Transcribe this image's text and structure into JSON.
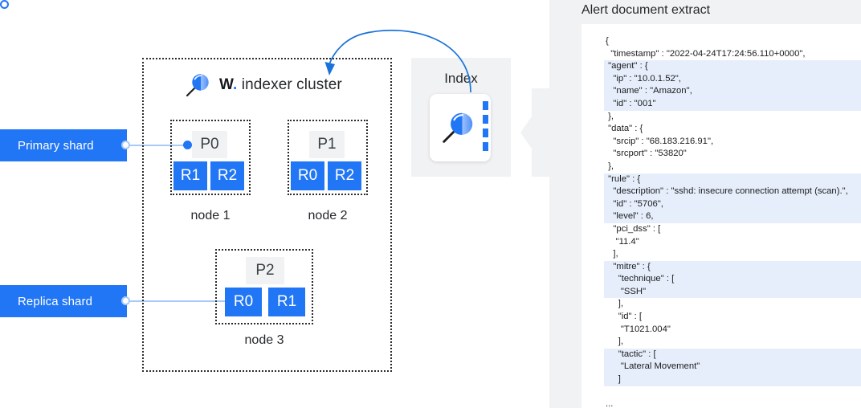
{
  "diagram": {
    "cluster_title_mark": "W.",
    "cluster_title_rest": " indexer cluster",
    "labels": {
      "primary_shard": "Primary shard",
      "replica_shard": "Replica shard"
    },
    "index": {
      "label": "Index"
    },
    "nodes": [
      {
        "caption": "node 1",
        "primary": "P0",
        "replicas": [
          "R1",
          "R2"
        ]
      },
      {
        "caption": "node 2",
        "primary": "P1",
        "replicas": [
          "R0",
          "R2"
        ]
      },
      {
        "caption": "node 3",
        "primary": "P2",
        "replicas": [
          "R0",
          "R1"
        ]
      }
    ],
    "colors": {
      "brand_blue": "#2176f5",
      "connector_blue": "#a9c9f8",
      "primary_shard_bg": "#f1f2f3",
      "panel_gray": "#f1f2f3"
    }
  },
  "document_panel": {
    "title": "Alert document extract",
    "highlight_color": "#e6eefb",
    "lines": [
      {
        "text": "{",
        "highlight": false
      },
      {
        "text": "  \"timestamp\" : \"2022-04-24T17:24:56.110+0000\",",
        "highlight": false
      },
      {
        "text": " \"agent\" : {",
        "highlight": true
      },
      {
        "text": "   \"ip\" : \"10.0.1.52\",",
        "highlight": true
      },
      {
        "text": "   \"name\" : \"Amazon\",",
        "highlight": true
      },
      {
        "text": "   \"id\" : \"001\"",
        "highlight": true
      },
      {
        "text": " },",
        "highlight": false
      },
      {
        "text": " \"data\" : {",
        "highlight": false
      },
      {
        "text": "   \"srcip\" : \"68.183.216.91\",",
        "highlight": false
      },
      {
        "text": "   \"srcport\" : \"53820\"",
        "highlight": false
      },
      {
        "text": " },",
        "highlight": false
      },
      {
        "text": " \"rule\" : {",
        "highlight": true
      },
      {
        "text": "   \"description\" : \"sshd: insecure connection attempt (scan).\",",
        "highlight": true
      },
      {
        "text": "   \"id\" : \"5706\",",
        "highlight": true
      },
      {
        "text": "   \"level\" : 6,",
        "highlight": true
      },
      {
        "text": "   \"pci_dss\" : [",
        "highlight": false
      },
      {
        "text": "    \"11.4\"",
        "highlight": false
      },
      {
        "text": "   ],",
        "highlight": false
      },
      {
        "text": "   \"mitre\" : {",
        "highlight": true
      },
      {
        "text": "     \"technique\" : [",
        "highlight": true
      },
      {
        "text": "      \"SSH\"",
        "highlight": true
      },
      {
        "text": "     ],",
        "highlight": false
      },
      {
        "text": "     \"id\" : [",
        "highlight": false
      },
      {
        "text": "      \"T1021.004\"",
        "highlight": false
      },
      {
        "text": "     ],",
        "highlight": false
      },
      {
        "text": "     \"tactic\" : [",
        "highlight": true
      },
      {
        "text": "      \"Lateral Movement\"",
        "highlight": true
      },
      {
        "text": "     ]",
        "highlight": true
      },
      {
        "text": "",
        "highlight": false
      },
      {
        "text": "...",
        "highlight": false
      }
    ]
  }
}
